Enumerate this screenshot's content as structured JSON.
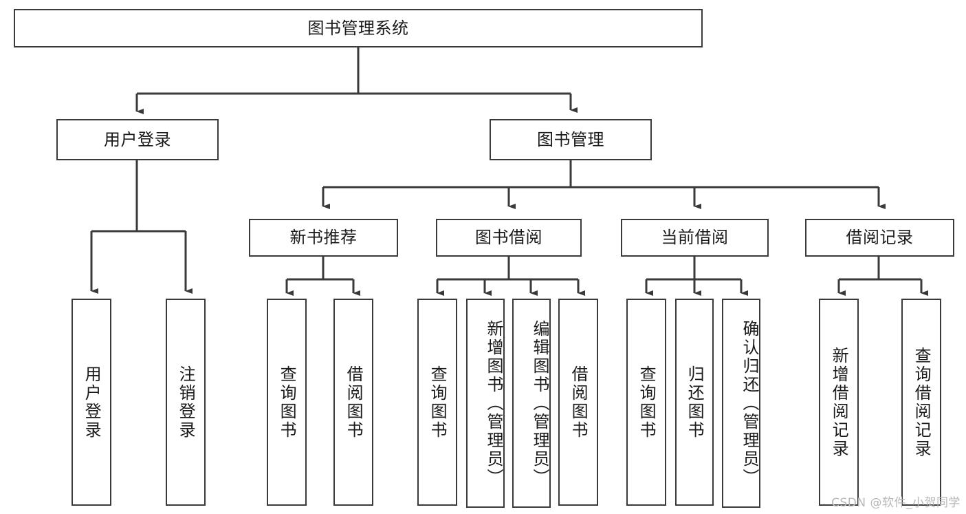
{
  "diagram": {
    "title": "图书管理系统",
    "type": "tree-hierarchy-diagram",
    "root": {
      "id": "root",
      "label": "图书管理系统"
    },
    "level2": [
      {
        "id": "user-login",
        "label": "用户登录"
      },
      {
        "id": "book-management",
        "label": "图书管理"
      }
    ],
    "level3": [
      {
        "id": "new-book-recommend",
        "label": "新书推荐",
        "parent": "book-management"
      },
      {
        "id": "book-borrow",
        "label": "图书借阅",
        "parent": "book-management"
      },
      {
        "id": "current-borrow",
        "label": "当前借阅",
        "parent": "book-management"
      },
      {
        "id": "borrow-record",
        "label": "借阅记录",
        "parent": "book-management"
      }
    ],
    "leaves": [
      {
        "id": "leaf-user-login",
        "label": "用户登录",
        "parent": "user-login"
      },
      {
        "id": "leaf-logout-login",
        "label": "注销登录",
        "parent": "user-login"
      },
      {
        "id": "leaf-query-book-1",
        "label": "查询图书",
        "parent": "new-book-recommend"
      },
      {
        "id": "leaf-borrow-book-1",
        "label": "借阅图书",
        "parent": "new-book-recommend"
      },
      {
        "id": "leaf-query-book-2",
        "label": "查询图书",
        "parent": "book-borrow"
      },
      {
        "id": "leaf-add-book",
        "label": "新增图书（管理员）",
        "parent": "book-borrow"
      },
      {
        "id": "leaf-edit-book",
        "label": "编辑图书（管理员）",
        "parent": "book-borrow"
      },
      {
        "id": "leaf-borrow-book-2",
        "label": "借阅图书",
        "parent": "book-borrow"
      },
      {
        "id": "leaf-query-book-3",
        "label": "查询图书",
        "parent": "current-borrow"
      },
      {
        "id": "leaf-return-book",
        "label": "归还图书",
        "parent": "current-borrow"
      },
      {
        "id": "leaf-confirm-return",
        "label": "确认归还（管理员）",
        "parent": "current-borrow"
      },
      {
        "id": "leaf-add-record",
        "label": "新增借阅记录",
        "parent": "borrow-record"
      },
      {
        "id": "leaf-query-record",
        "label": "查询借阅记录",
        "parent": "borrow-record"
      }
    ],
    "colors": {
      "border": "#3a3a3a",
      "box_fill": "#ffffff",
      "text": "#1a1a1a",
      "connector": "#3a3a3a",
      "background": "#ffffff",
      "watermark": "#b8b8b8"
    }
  },
  "watermark": {
    "text": "CSDN @软件_小贺同学"
  }
}
